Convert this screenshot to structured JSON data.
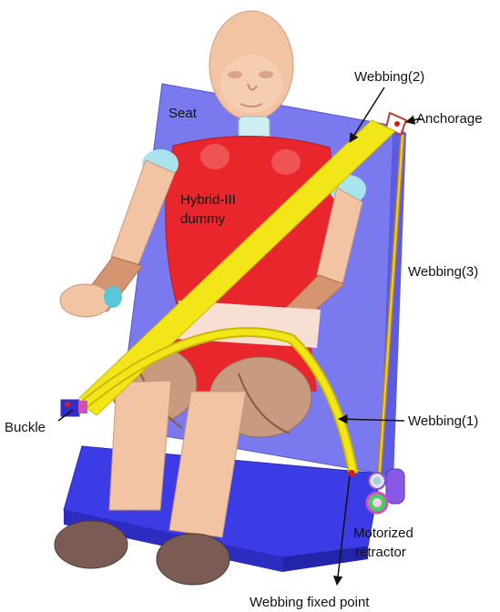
{
  "labels": {
    "seat": "Seat",
    "dummy_line1": "Hybrid-III",
    "dummy_line2": "dummy",
    "webbing2": "Webbing(2)",
    "anchorage": "Anchorage",
    "webbing3": "Webbing(3)",
    "buckle": "Buckle",
    "webbing1": "Webbing(1)",
    "retractor_line1": "Motorized",
    "retractor_line2": "retractor",
    "fixed_point": "Webbing fixed point"
  },
  "colors": {
    "seat": "#7575ee",
    "seat_base": "#3a3ae0",
    "dummy_torso": "#e8262b",
    "skin": "#f2c4a4",
    "belt": "#f2e618",
    "neck": "#cfeef2",
    "shoes": "#7a5c55"
  }
}
